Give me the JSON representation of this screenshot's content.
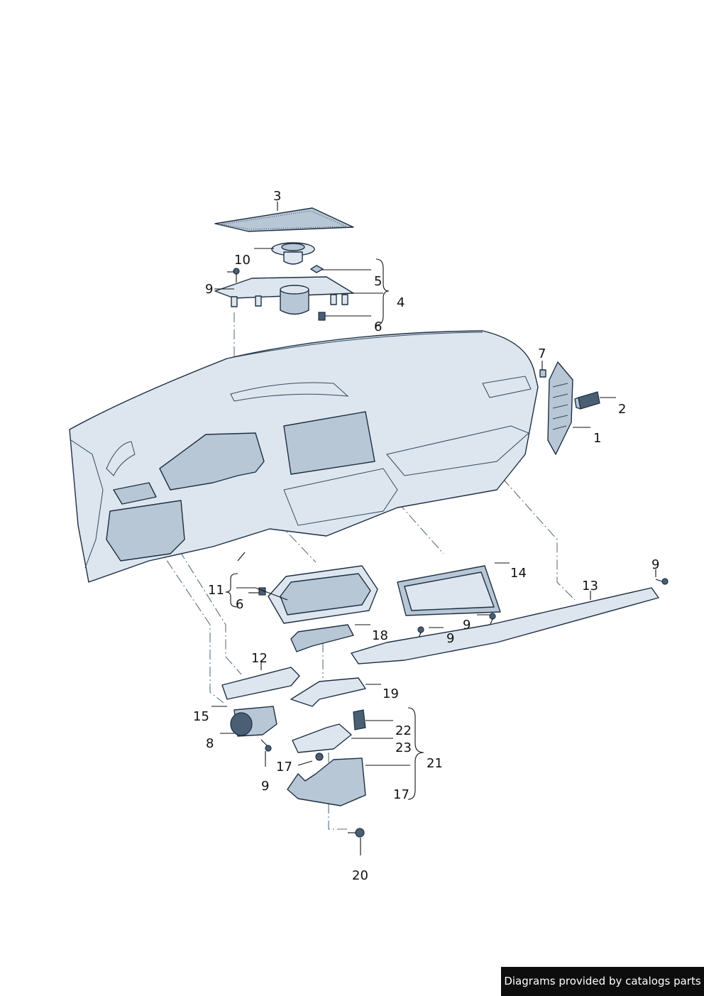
{
  "credit": "Diagrams provided by catalogs parts",
  "callouts": {
    "c1": "1",
    "c2": "2",
    "c3": "3",
    "c4": "4",
    "c5": "5",
    "c6a": "6",
    "c6b": "6",
    "c7": "7",
    "c8": "8",
    "c9a": "9",
    "c9b": "9",
    "c9c": "9",
    "c9d": "9",
    "c9e": "9",
    "c10": "10",
    "c11": "11",
    "c12": "12",
    "c13": "13",
    "c14": "14",
    "c15": "15",
    "c17a": "17",
    "c17b": "17",
    "c18": "18",
    "c19": "19",
    "c20": "20",
    "c21": "21",
    "c22": "22",
    "c23": "23"
  }
}
